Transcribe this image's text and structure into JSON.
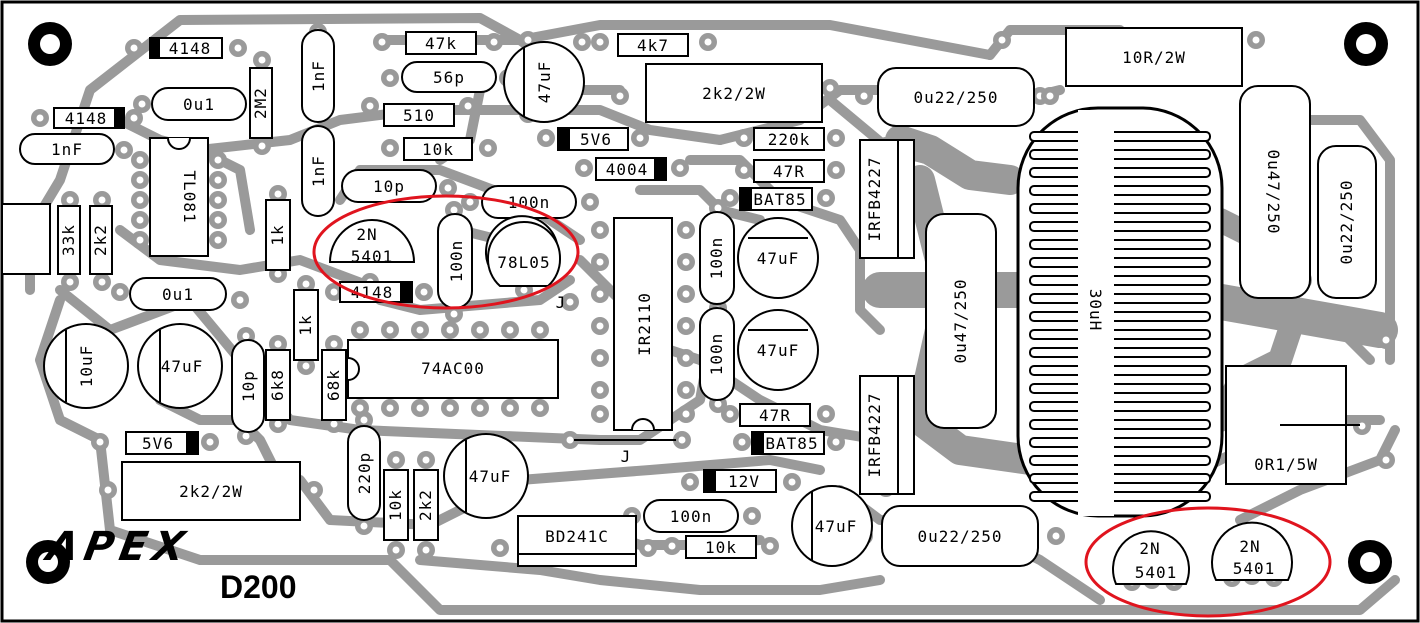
{
  "board": {
    "brand": "APEX",
    "model": "D200",
    "colors": {
      "copper": "#9a9a9a",
      "silk": "#000000",
      "highlight": "#e0141e",
      "background": "#ffffff"
    }
  },
  "components": {
    "d_4148_top": "4148",
    "d_4148_left": "4148",
    "d_4148_mid": "4148",
    "c_1nf_left": "1nF",
    "c_1nf_a": "1nF",
    "c_1nf_b": "1nF",
    "c_0u1_top": "0u1",
    "c_0u1_mid": "0u1",
    "r_2m2": "2M2",
    "ic_tl081": "TL081",
    "r_33k": "33k",
    "r_2k2_left": "2k2",
    "r_47k": "47k",
    "c_56p": "56p",
    "c_47uf_top": "47uF",
    "r_4k7": "4k7",
    "r_2k2_2w_top": "2k2/2W",
    "c_0u22_250_top": "0u22/250",
    "r_10r_2w": "10R/2W",
    "r_510": "510",
    "r_10k_top": "10k",
    "c_10p_top": "10p",
    "z_5v6_top": "5V6",
    "d_4004": "4004",
    "r_220k": "220k",
    "r_47r_top": "47R",
    "d_bat85_top": "BAT85",
    "q_irfb4227_top": "IRFB4227",
    "c_0u47_250_right": "0u47/250",
    "c_0u22_250_right": "0u22/250",
    "c_100n_top": "100n",
    "q_2n5401_mid_line1": "2N",
    "q_2n5401_mid_line2": "5401",
    "c_100n_vert": "100n",
    "reg_78l05": "78L05",
    "r_1k_a": "1k",
    "r_1k_b": "1k",
    "ic_ir2110": "IR2110",
    "c_100n_ir_a": "100n",
    "c_100n_ir_b": "100n",
    "c_47uf_ir_a": "47uF",
    "c_47uf_ir_b": "47uF",
    "c_0u47_250_mid": "0u47/250",
    "l_30uh": "30uH",
    "c_10uf": "10uF",
    "c_47uf_left": "47uF",
    "c_10p_left": "10p",
    "r_6k8": "6k8",
    "r_68k": "68k",
    "ic_74ac00": "74AC00",
    "jumper_j1": "J",
    "jumper_j2": "J",
    "r_47r_bot": "47R",
    "d_bat85_bot": "BAT85",
    "q_irfb4227_bot": "IRFB4227",
    "r_0r1_5w": "0R1/5W",
    "z_5v6_bot": "5V6",
    "r_2k2_2w_bot": "2k2/2W",
    "c_220p": "220p",
    "r_10k_vert": "10k",
    "r_2k2_vert": "2k2",
    "c_47uf_bot": "47uF",
    "z_12v": "12V",
    "c_100n_bot": "100n",
    "q_bd241c": "BD241C",
    "r_10k_bot": "10k",
    "c_47uf_bot_right": "47uF",
    "c_0u22_250_bot": "0u22/250",
    "q_2n5401_br1_line1": "2N",
    "q_2n5401_br1_line2": "5401",
    "q_2n5401_br2_line1": "2N",
    "q_2n5401_br2_line2": "5401"
  }
}
